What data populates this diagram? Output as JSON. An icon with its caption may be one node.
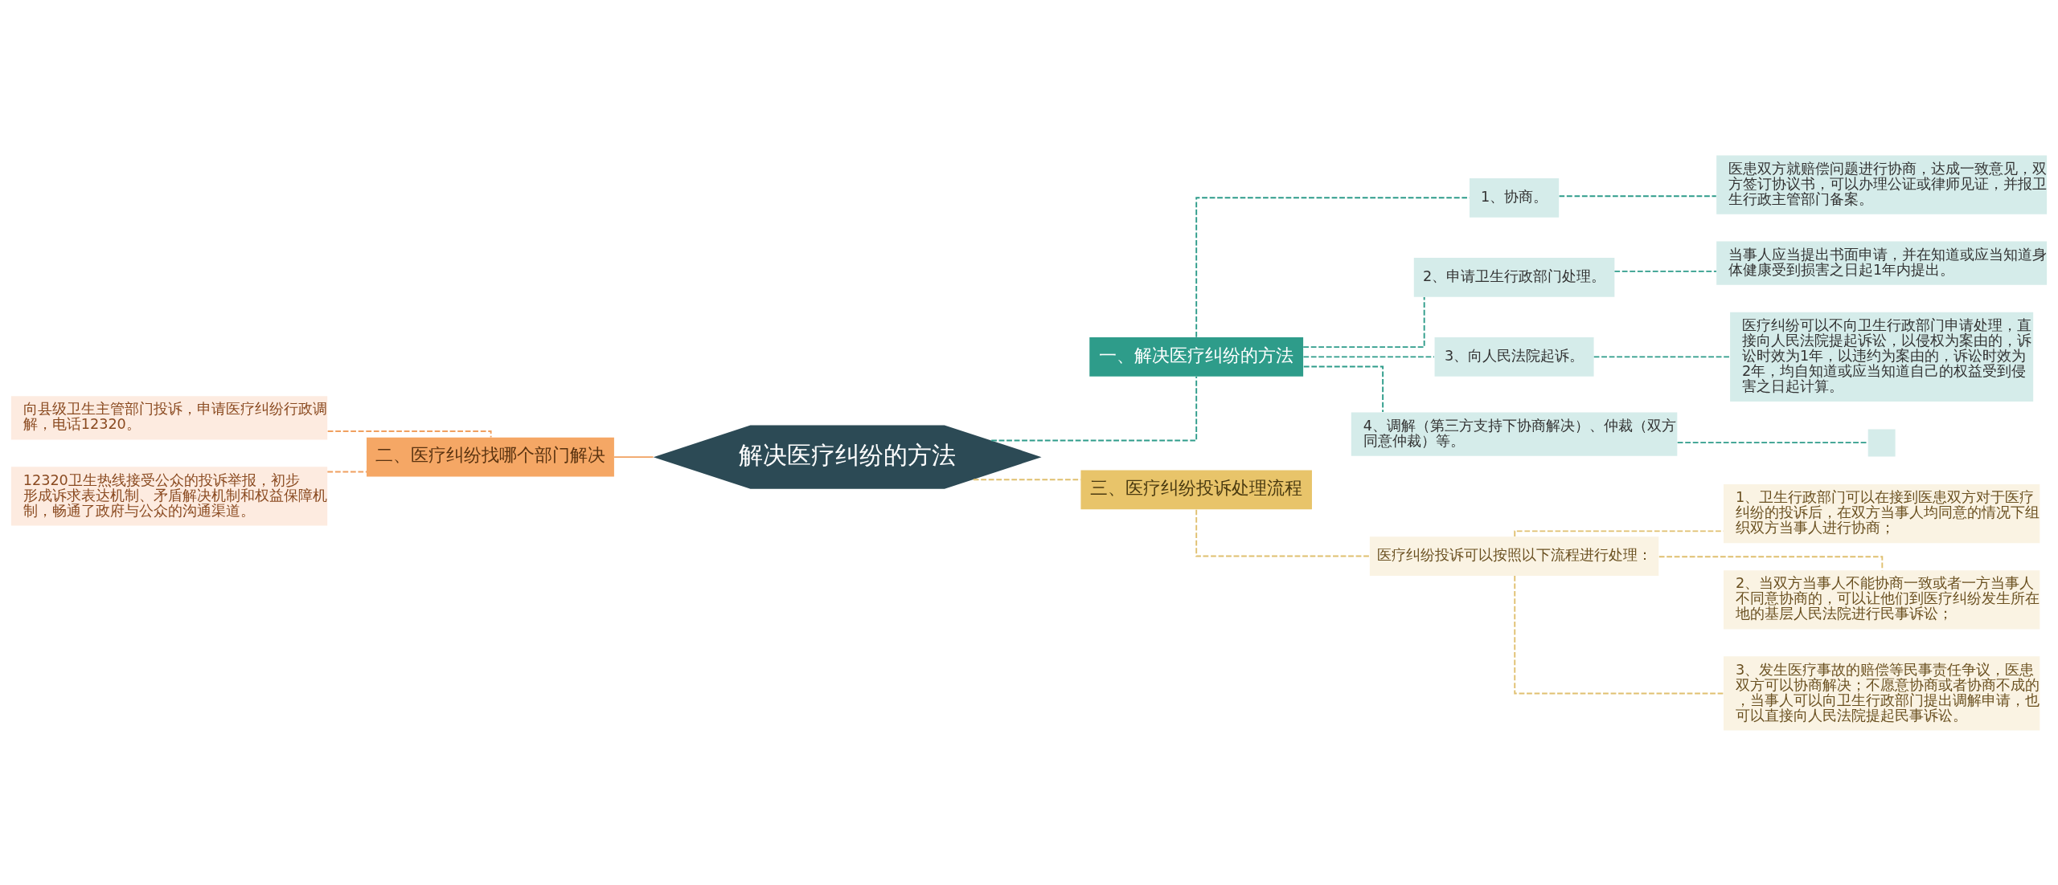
{
  "diagram": {
    "nodes": [
      {
        "text": [
          "解决医疗纠纷的方法"
        ]
      },
      {
        "text": [
          "一、解决医疗纠纷的方法"
        ]
      },
      {
        "text": [
          "1、协商。"
        ]
      },
      {
        "text": [
          "医患双方就赔偿问题进行协商，达成一致意见，双方签订协议书，可以办理公证或律师见证，并报卫生行政主管部门备案。"
        ]
      },
      {
        "text": [
          "2、申请卫生行政部门处理。"
        ]
      },
      {
        "text": [
          "当事人应当提出书面申请，并在知道或应当知道身体健康受到损害之日起1年内提出。"
        ]
      },
      {
        "text": [
          "3、向人民法院起诉。"
        ]
      },
      {
        "text": [
          "医疗纠纷可以不向卫生行政部门申请处理，直接向人民法院提起诉讼，以侵权为案由的，诉讼时效为1年，以违约为案由的，诉讼时效为2年，均自知道或应当知道自己的权益受到侵害之日起计算。"
        ]
      },
      {
        "text": [
          "4、调解（第三方支持下协商解决）、仲裁（双方同意仲裁）等。"
        ]
      },
      {
        "text": [],
        "shape": "box"
      },
      {
        "text": [
          "二、医疗纠纷找哪个部门解决"
        ]
      },
      {
        "text": [
          "向县级卫生主管部门投诉，申请医疗纠纷行政调解，电话12320。"
        ]
      },
      {
        "text": [
          "12320卫生热线接受公众的投诉举报，初步形成诉求表达机制、矛盾解决机制和权益保障机制，畅通了政府与公众的沟通渠道。"
        ]
      },
      {
        "text": [
          "三、医疗纠纷投诉处理流程"
        ]
      },
      {
        "text": [
          "医疗纠纷投诉可以按照以下流程进行处理："
        ]
      },
      {
        "text": [
          "1、卫生行政部门可以在接到医患双方对于医疗纠纷的投诉后，在双方当事人均同意的情况下组织双方当事人进行协商；"
        ]
      },
      {
        "text": [
          "2、当双方当事人不能协商一致或者一方当事人不同意协商的，可以让他们到医疗纠纷发生所在地的基层人民法院进行民事诉讼；"
        ]
      },
      {
        "text": [
          "3、发生医疗事故的赔偿等民事责任争议，医患双方可以协商解决；不愿意协商或者协商不成的，当事人可以向卫生行政部门提出调解申请，也可以直接向人民法院提起民事诉讼。"
        ]
      }
    ],
    "edges": [
      {
        "from": 0,
        "to": 1,
        "arrow": "none",
        "style": "dashed"
      },
      {
        "from": 1,
        "to": 2,
        "arrow": "none",
        "style": "dashed"
      },
      {
        "from": 2,
        "to": 3,
        "arrow": "none",
        "style": "dashed"
      },
      {
        "from": 1,
        "to": 4,
        "arrow": "none",
        "style": "dashed"
      },
      {
        "from": 4,
        "to": 5,
        "arrow": "none",
        "style": "dashed"
      },
      {
        "from": 1,
        "to": 6,
        "arrow": "none",
        "style": "dashed"
      },
      {
        "from": 6,
        "to": 7,
        "arrow": "none",
        "style": "dashed"
      },
      {
        "from": 1,
        "to": 8,
        "arrow": "none",
        "style": "dashed"
      },
      {
        "from": 8,
        "to": 9,
        "arrow": "none",
        "style": "dashed"
      },
      {
        "from": 0,
        "to": 10,
        "arrow": "none",
        "color": "#f0a060"
      },
      {
        "from": 10,
        "to": 11,
        "arrow": "none",
        "style": "dashed",
        "color": "#f0a060"
      },
      {
        "from": 10,
        "to": 12,
        "arrow": "none",
        "style": "dashed",
        "color": "#f0a060"
      },
      {
        "from": 0,
        "to": 13,
        "arrow": "none",
        "style": "dashed",
        "color": "#e0c070"
      },
      {
        "from": 13,
        "to": 14,
        "arrow": "none",
        "style": "dashed",
        "color": "#e0c070"
      },
      {
        "from": 14,
        "to": 15,
        "arrow": "none",
        "style": "dashed",
        "color": "#e0c070"
      },
      {
        "from": 14,
        "to": 16,
        "arrow": "none",
        "style": "dashed",
        "color": "#e0c070"
      },
      {
        "from": 14,
        "to": 17,
        "arrow": "none",
        "style": "dashed",
        "color": "#e0c070"
      }
    ]
  }
}
